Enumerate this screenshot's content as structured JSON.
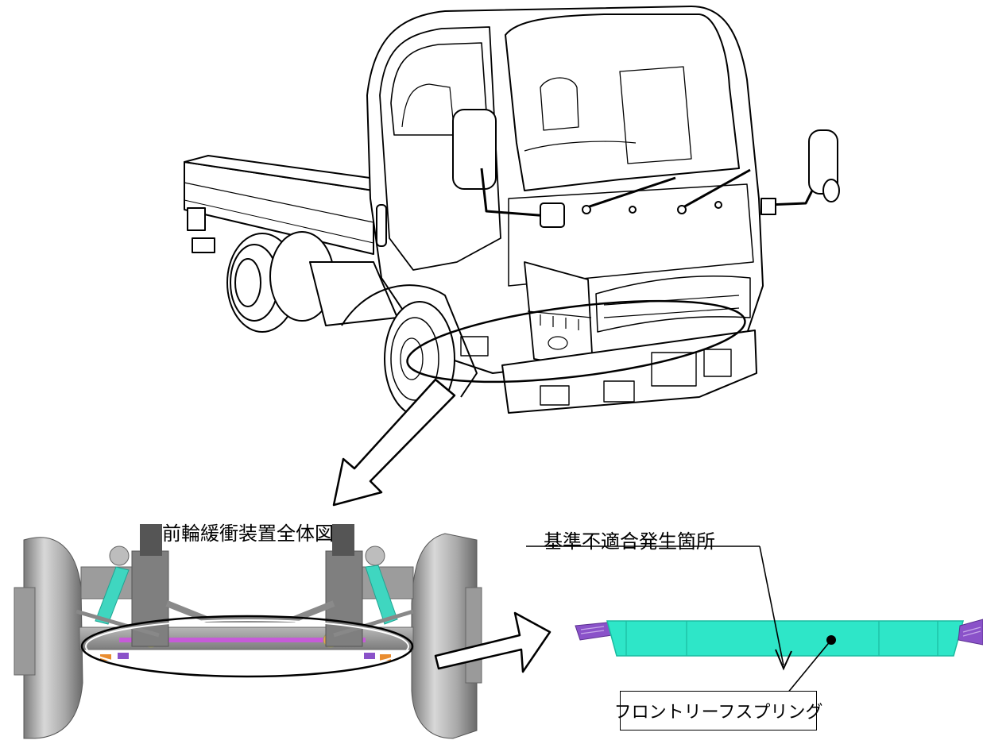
{
  "labels": {
    "overall_view": "前輪緩衝装置全体図",
    "nonconformity_location": "基準不適合発生箇所",
    "part_name": "フロントリーフスプリング"
  },
  "colors": {
    "leaf_spring": "#2ee6c8",
    "leaf_spring_edge": "#1bbba0",
    "spring_eye": "#8a52c9",
    "shock_absorber": "#3fd6c0",
    "axle_highlight": "#c65bd8",
    "metal_gray": "#9a9a9a",
    "line": "#000000"
  }
}
